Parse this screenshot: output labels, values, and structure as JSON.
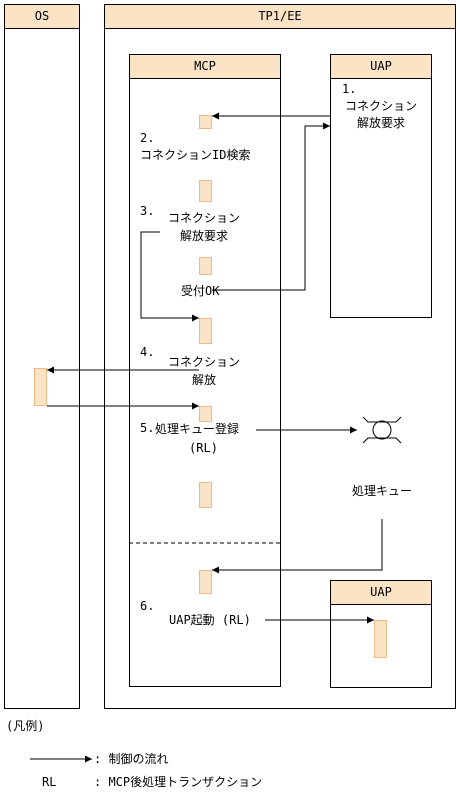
{
  "os": {
    "label": "OS"
  },
  "tp1ee": {
    "label": "TP1/EE"
  },
  "mcp": {
    "label": "MCP"
  },
  "uap_top": {
    "label": "UAP"
  },
  "uap_bottom": {
    "label": "UAP"
  },
  "steps": {
    "s1": {
      "num": "1.",
      "line1": "コネクション",
      "line2": "解放要求"
    },
    "s2": {
      "num": "2.",
      "line1": "コネクションID検索"
    },
    "s3": {
      "num": "3.",
      "line1": "コネクション",
      "line2": "解放要求",
      "ok": "受付OK"
    },
    "s4": {
      "num": "4.",
      "line1": "コネクション",
      "line2": "解放"
    },
    "s5": {
      "num": "5.",
      "line1": "処理キュー登録",
      "line2": "(RL)"
    },
    "s6": {
      "num": "6.",
      "line1": "UAP起動 (RL)"
    }
  },
  "queue": {
    "label": "処理キュー",
    "icon": "queue-icon"
  },
  "legend": {
    "title": "(凡例)",
    "arrow_desc": ": 制御の流れ",
    "rl_abbr": "RL",
    "rl_desc": ": MCP後処理トランザクション"
  }
}
